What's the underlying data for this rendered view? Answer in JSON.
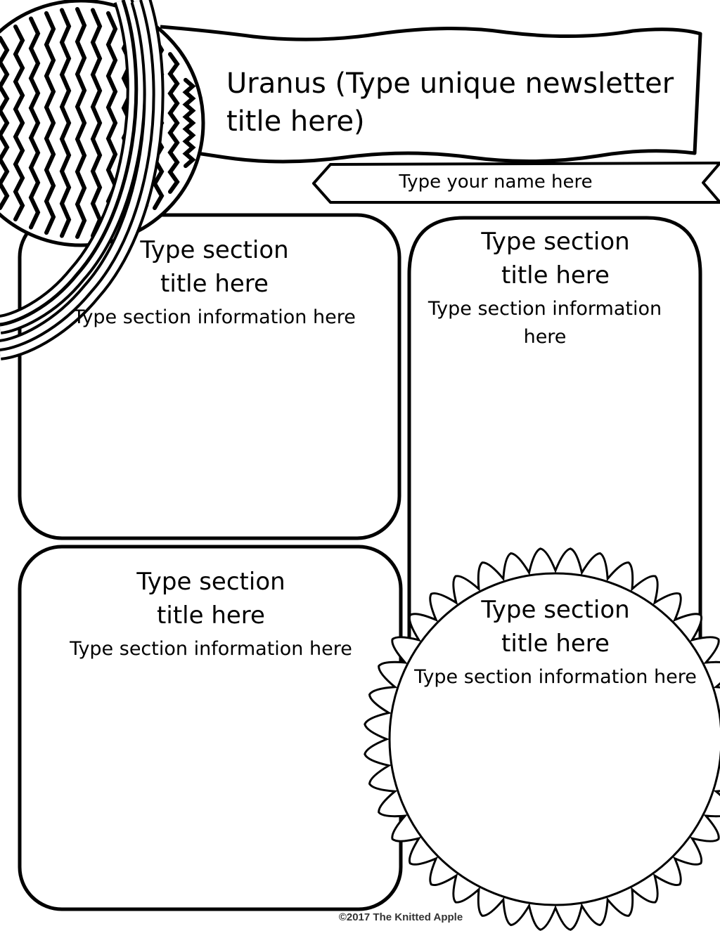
{
  "header": {
    "title": "Uranus (Type unique newsletter title here)",
    "name_placeholder": "Type your name here"
  },
  "sections": [
    {
      "title_line1": "Type section",
      "title_line2": "title here",
      "info": "Type section information here"
    },
    {
      "title_line1": "Type section",
      "title_line2": "title here",
      "info": "Type section information here"
    },
    {
      "title_line1": "Type section",
      "title_line2": "title here",
      "info": "Type section information here"
    },
    {
      "title_line1": "Type section",
      "title_line2": "title here",
      "info": "Type section information here"
    }
  ],
  "footer": {
    "copyright": "©2017 The Knitted Apple"
  }
}
